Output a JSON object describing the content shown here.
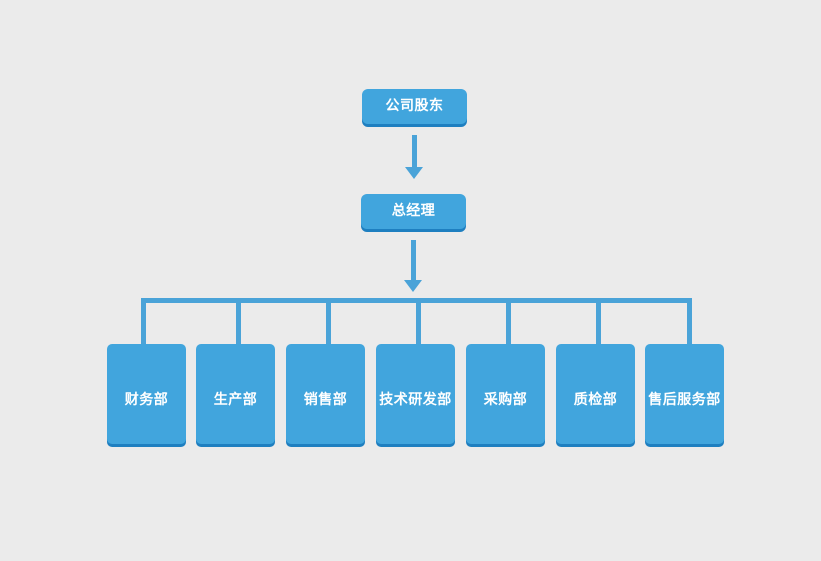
{
  "diagram": {
    "type": "organization-chart",
    "title": "",
    "background_color": "#ebebeb",
    "node_color": "#41a5dd",
    "node_shadow_color": "#1e7fc0",
    "connector_color": "#4aa3d8",
    "text_color": "#ffffff",
    "levels": [
      {
        "level": 1,
        "nodes": [
          {
            "id": "shareholders",
            "label": "公司股东"
          }
        ]
      },
      {
        "level": 2,
        "nodes": [
          {
            "id": "general-manager",
            "label": "总经理"
          }
        ]
      },
      {
        "level": 3,
        "nodes": [
          {
            "id": "finance",
            "label": "财务部"
          },
          {
            "id": "production",
            "label": "生产部"
          },
          {
            "id": "sales",
            "label": "销售部"
          },
          {
            "id": "rnd",
            "label": "技术研发部"
          },
          {
            "id": "procurement",
            "label": "采购部"
          },
          {
            "id": "quality",
            "label": "质检部"
          },
          {
            "id": "after-sales",
            "label": "售后服务部"
          }
        ]
      }
    ],
    "connections": [
      {
        "from": "shareholders",
        "to": "general-manager",
        "style": "arrow"
      },
      {
        "from": "general-manager",
        "to": "department-bus",
        "style": "arrow"
      },
      {
        "from": "department-bus",
        "to": "finance",
        "style": "line"
      },
      {
        "from": "department-bus",
        "to": "production",
        "style": "line"
      },
      {
        "from": "department-bus",
        "to": "sales",
        "style": "line"
      },
      {
        "from": "department-bus",
        "to": "rnd",
        "style": "line"
      },
      {
        "from": "department-bus",
        "to": "procurement",
        "style": "line"
      },
      {
        "from": "department-bus",
        "to": "quality",
        "style": "line"
      },
      {
        "from": "department-bus",
        "to": "after-sales",
        "style": "line"
      }
    ]
  }
}
